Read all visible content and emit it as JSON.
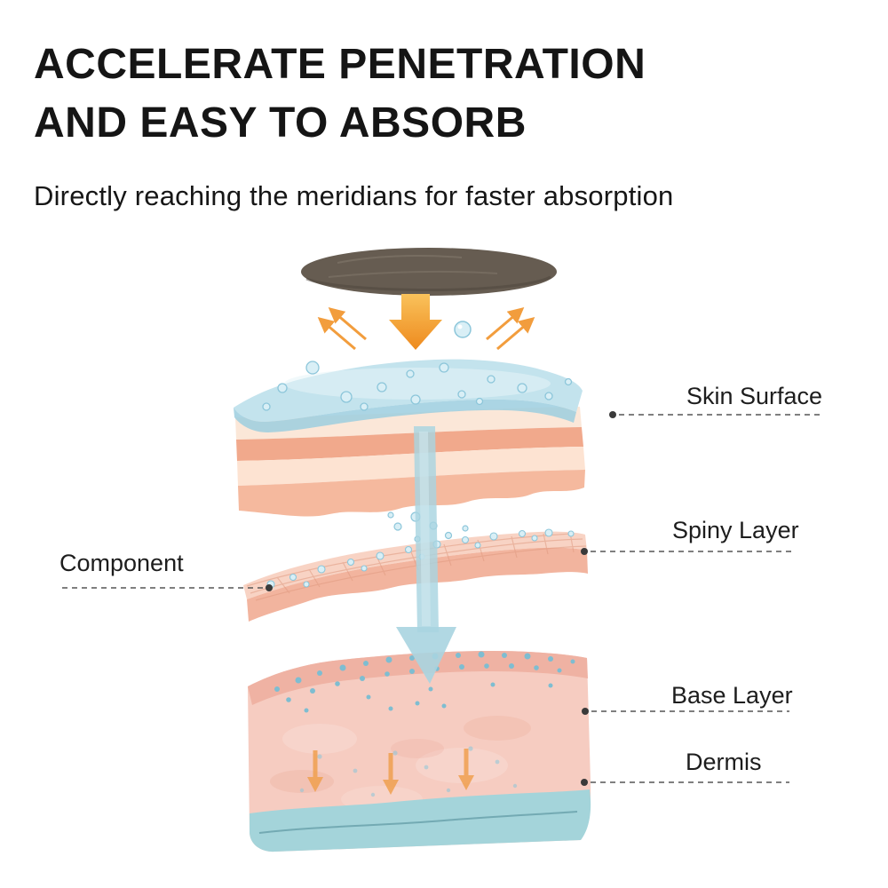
{
  "title": {
    "line1": "ACCELERATE PENETRATION",
    "line2": "AND EASY TO ABSORB",
    "subtitle": "Directly reaching the meridians for faster absorption"
  },
  "labels": {
    "skin_surface": "Skin Surface",
    "spiny_layer": "Spiny Layer",
    "component": "Component",
    "base_layer": "Base Layer",
    "dermis": "Dermis"
  },
  "colors": {
    "patch": "#665C51",
    "arrow_orange": "#F29D3D",
    "water": "#C3E3ED",
    "droplet": "#D9EFF6",
    "spiny": "#F8D3C4",
    "base": "#F6CCC1",
    "dermis": "#A4D4DA",
    "leader_line": "#555555"
  }
}
